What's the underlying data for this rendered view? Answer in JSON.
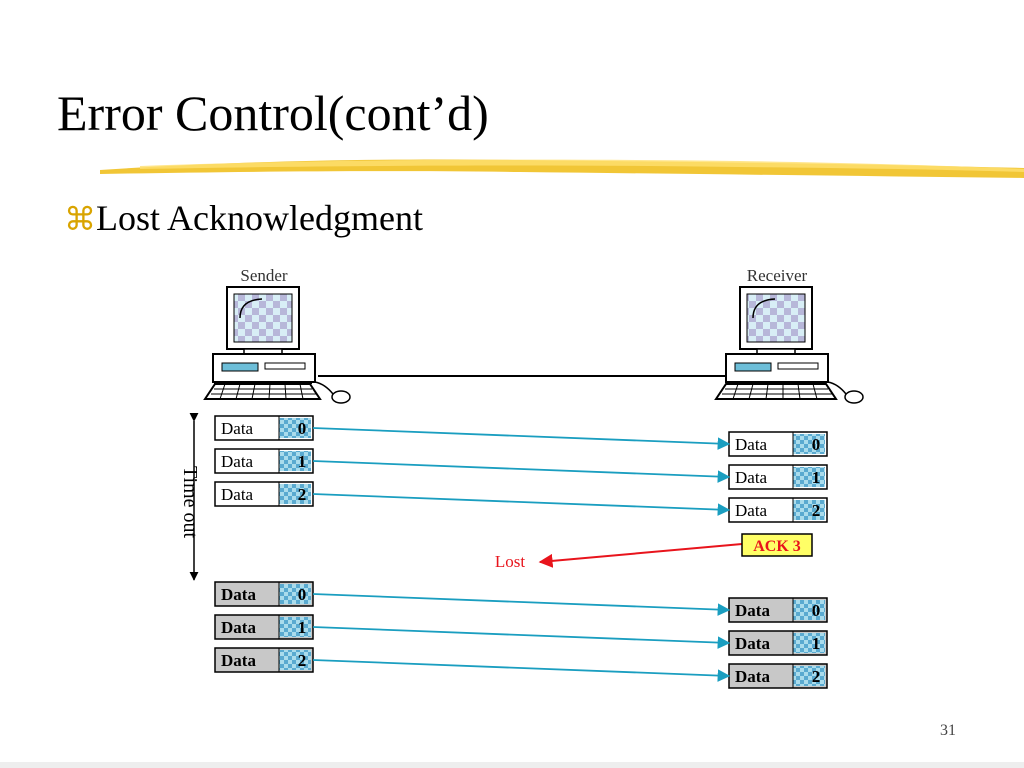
{
  "slide": {
    "title": "Error Control(cont’d)",
    "bullet_symbol": "⌘",
    "bullet_text": "Lost Acknowledgment",
    "page_number": "31"
  },
  "diagram": {
    "sender_label": "Sender",
    "receiver_label": "Receiver",
    "timeout_label": "Time out",
    "lost_label": "Lost",
    "ack_label": "ACK 3",
    "frame_label": "Data",
    "first_transmission": [
      "0",
      "1",
      "2"
    ],
    "retransmission": [
      "0",
      "1",
      "2"
    ],
    "colors": {
      "data_arrow": "#1a9ec0",
      "ack_arrow": "#e8141c",
      "ack_box": "#ffff66",
      "retransmit_fill": "#c8c8c8",
      "checker_light": "#aadcec",
      "checker_dark": "#5aaad0",
      "title_underline": "#f0c020"
    },
    "icons": [
      "computer-icon",
      "mouse-icon"
    ]
  }
}
